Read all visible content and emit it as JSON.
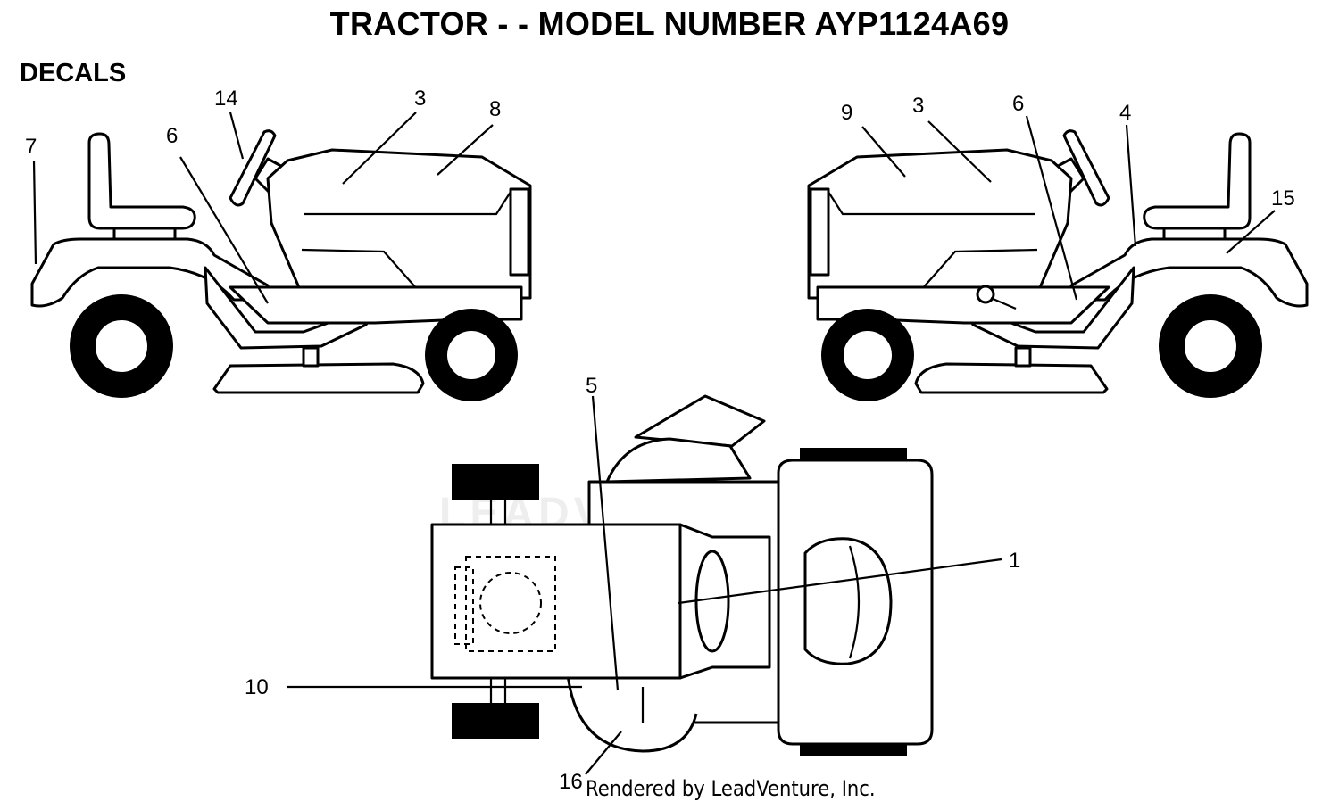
{
  "header": {
    "title": "TRACTOR - - MODEL NUMBER AYP1124A69",
    "section": "DECALS"
  },
  "watermark": "LEADVENTURE",
  "footer": "Rendered by LeadVenture, Inc.",
  "callouts": {
    "c7": "7",
    "c14": "14",
    "c6_left": "6",
    "c3_left": "3",
    "c8": "8",
    "c9": "9",
    "c3_right": "3",
    "c6_right": "6",
    "c4": "4",
    "c15": "15",
    "c5": "5",
    "c1": "1",
    "c10": "10",
    "c16": "16"
  }
}
